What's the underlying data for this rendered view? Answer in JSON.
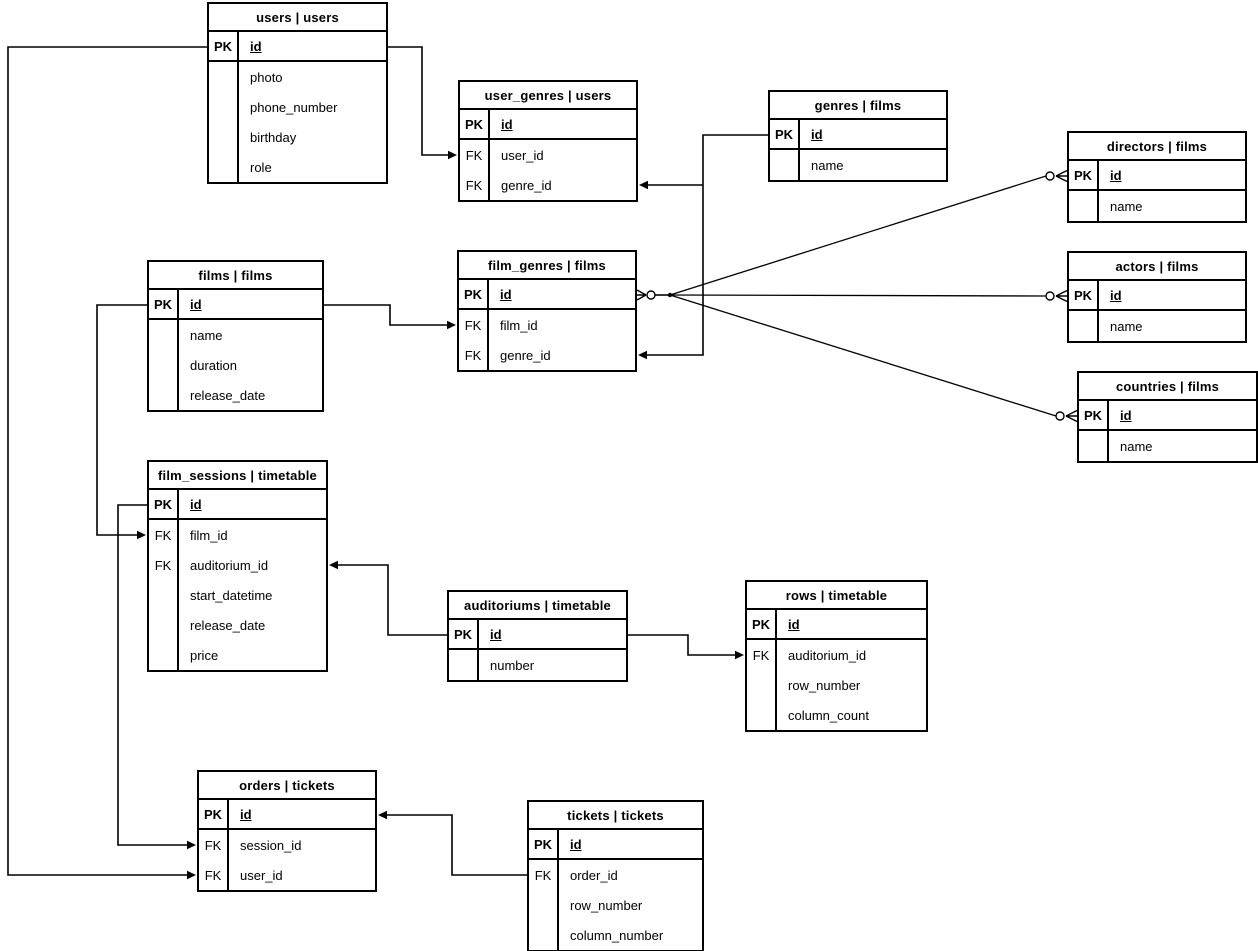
{
  "diagram": {
    "type": "entity-relationship-diagram",
    "background_color": "#ffffff",
    "line_color": "#000000",
    "tables": {
      "users": {
        "title": "users | users",
        "rows": [
          {
            "key": "PK",
            "name": "id"
          },
          {
            "key": "",
            "name": "photo"
          },
          {
            "key": "",
            "name": "phone_number"
          },
          {
            "key": "",
            "name": "birthday"
          },
          {
            "key": "",
            "name": "role"
          }
        ]
      },
      "user_genres": {
        "title": "user_genres | users",
        "rows": [
          {
            "key": "PK",
            "name": "id"
          },
          {
            "key": "FK",
            "name": "user_id"
          },
          {
            "key": "FK",
            "name": "genre_id"
          }
        ]
      },
      "genres": {
        "title": "genres | films",
        "rows": [
          {
            "key": "PK",
            "name": "id"
          },
          {
            "key": "",
            "name": "name"
          }
        ]
      },
      "directors": {
        "title": "directors | films",
        "rows": [
          {
            "key": "PK",
            "name": "id"
          },
          {
            "key": "",
            "name": "name"
          }
        ]
      },
      "films": {
        "title": "films | films",
        "rows": [
          {
            "key": "PK",
            "name": "id"
          },
          {
            "key": "",
            "name": "name"
          },
          {
            "key": "",
            "name": "duration"
          },
          {
            "key": "",
            "name": "release_date"
          }
        ]
      },
      "film_genres": {
        "title": "film_genres | films",
        "rows": [
          {
            "key": "PK",
            "name": "id"
          },
          {
            "key": "FK",
            "name": "film_id"
          },
          {
            "key": "FK",
            "name": "genre_id"
          }
        ]
      },
      "actors": {
        "title": "actors | films",
        "rows": [
          {
            "key": "PK",
            "name": "id"
          },
          {
            "key": "",
            "name": "name"
          }
        ]
      },
      "countries": {
        "title": "countries | films",
        "rows": [
          {
            "key": "PK",
            "name": "id"
          },
          {
            "key": "",
            "name": "name"
          }
        ]
      },
      "film_sessions": {
        "title": "film_sessions | timetable",
        "rows": [
          {
            "key": "PK",
            "name": "id"
          },
          {
            "key": "FK",
            "name": "film_id"
          },
          {
            "key": "FK",
            "name": "auditorium_id"
          },
          {
            "key": "",
            "name": "start_datetime"
          },
          {
            "key": "",
            "name": "release_date"
          },
          {
            "key": "",
            "name": "price"
          }
        ]
      },
      "auditoriums": {
        "title": "auditoriums | timetable",
        "rows": [
          {
            "key": "PK",
            "name": "id"
          },
          {
            "key": "",
            "name": "number"
          }
        ]
      },
      "rows": {
        "title": "rows | timetable",
        "rows": [
          {
            "key": "PK",
            "name": "id"
          },
          {
            "key": "FK",
            "name": "auditorium_id"
          },
          {
            "key": "",
            "name": "row_number"
          },
          {
            "key": "",
            "name": "column_count"
          }
        ]
      },
      "orders": {
        "title": "orders | tickets",
        "rows": [
          {
            "key": "PK",
            "name": "id"
          },
          {
            "key": "FK",
            "name": "session_id"
          },
          {
            "key": "FK",
            "name": "user_id"
          }
        ]
      },
      "tickets": {
        "title": "tickets | tickets",
        "rows": [
          {
            "key": "PK",
            "name": "id"
          },
          {
            "key": "FK",
            "name": "order_id"
          },
          {
            "key": "",
            "name": "row_number"
          },
          {
            "key": "",
            "name": "column_number"
          }
        ]
      }
    },
    "relationships": [
      {
        "from": "users.id",
        "to": "user_genres.user_id",
        "notation": "arrow"
      },
      {
        "from": "users.id",
        "to": "orders.user_id",
        "notation": "arrow"
      },
      {
        "from": "genres.id",
        "to": "user_genres.genre_id",
        "notation": "arrow"
      },
      {
        "from": "genres.id",
        "to": "film_genres.genre_id",
        "notation": "arrow"
      },
      {
        "from": "films.id",
        "to": "film_genres.film_id",
        "notation": "arrow"
      },
      {
        "from": "films.id",
        "to": "film_sessions.film_id",
        "notation": "arrow"
      },
      {
        "from": "film_sessions.id",
        "to": "orders.session_id",
        "notation": "arrow"
      },
      {
        "from": "auditoriums.id",
        "to": "film_sessions.auditorium_id",
        "notation": "arrow"
      },
      {
        "from": "auditoriums.id",
        "to": "rows.auditorium_id",
        "notation": "arrow"
      },
      {
        "from": "tickets.order_id",
        "to": "orders.id",
        "notation": "arrow"
      },
      {
        "from": "film_genres.id",
        "to": "directors.id",
        "notation": "zero-or-many"
      },
      {
        "from": "film_genres.id",
        "to": "actors.id",
        "notation": "zero-or-many"
      },
      {
        "from": "film_genres.id",
        "to": "countries.id",
        "notation": "zero-or-many"
      }
    ]
  }
}
